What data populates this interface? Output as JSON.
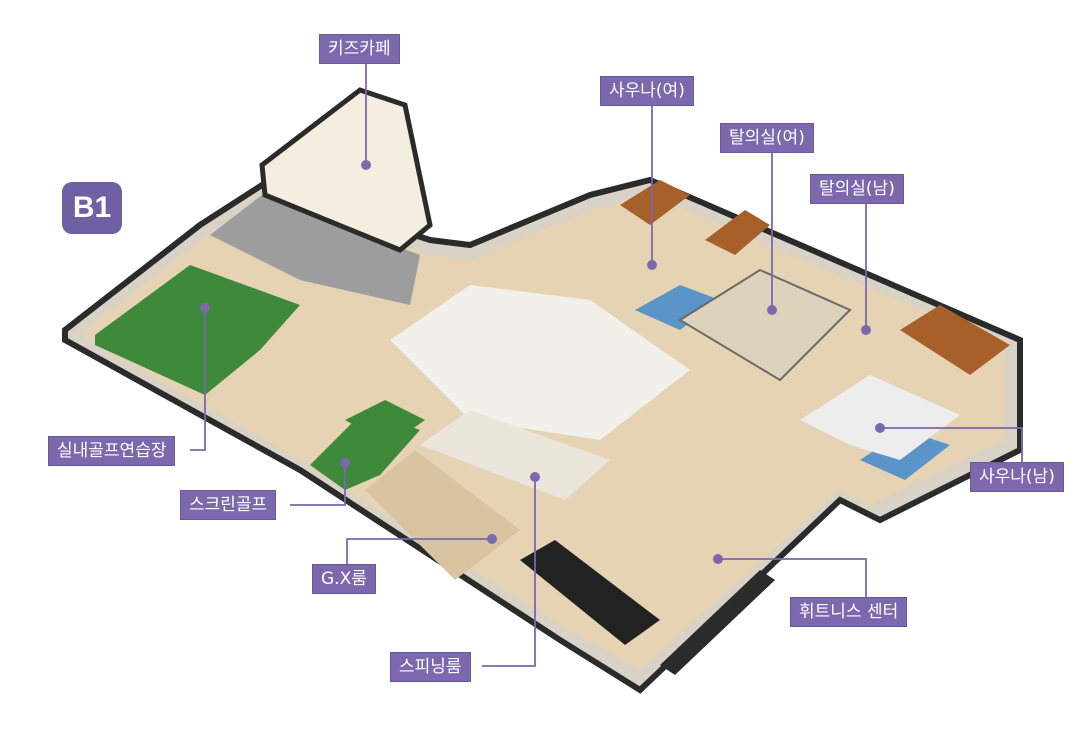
{
  "floor_badge": "B1",
  "labels": {
    "kids_cafe": "키즈카페",
    "sauna_women": "사우나(여)",
    "locker_women": "탈의실(여)",
    "locker_men": "탈의실(남)",
    "indoor_golf": "실내골프연습장",
    "sauna_men": "사우나(남)",
    "screen_golf": "스크린골프",
    "gx_room": "G.X룸",
    "fitness_center": "휘트니스 센터",
    "spinning_room": "스피닝룸"
  },
  "colors": {
    "accent": "#7b68ad",
    "leader_line": "#7b68ad",
    "floor_wood": "#e6d3b3",
    "wall": "#2b2b2b",
    "turf": "#3f8a3a",
    "pool": "#5a94c8",
    "sauna_wood": "#a8602b",
    "tile": "#ededed"
  }
}
